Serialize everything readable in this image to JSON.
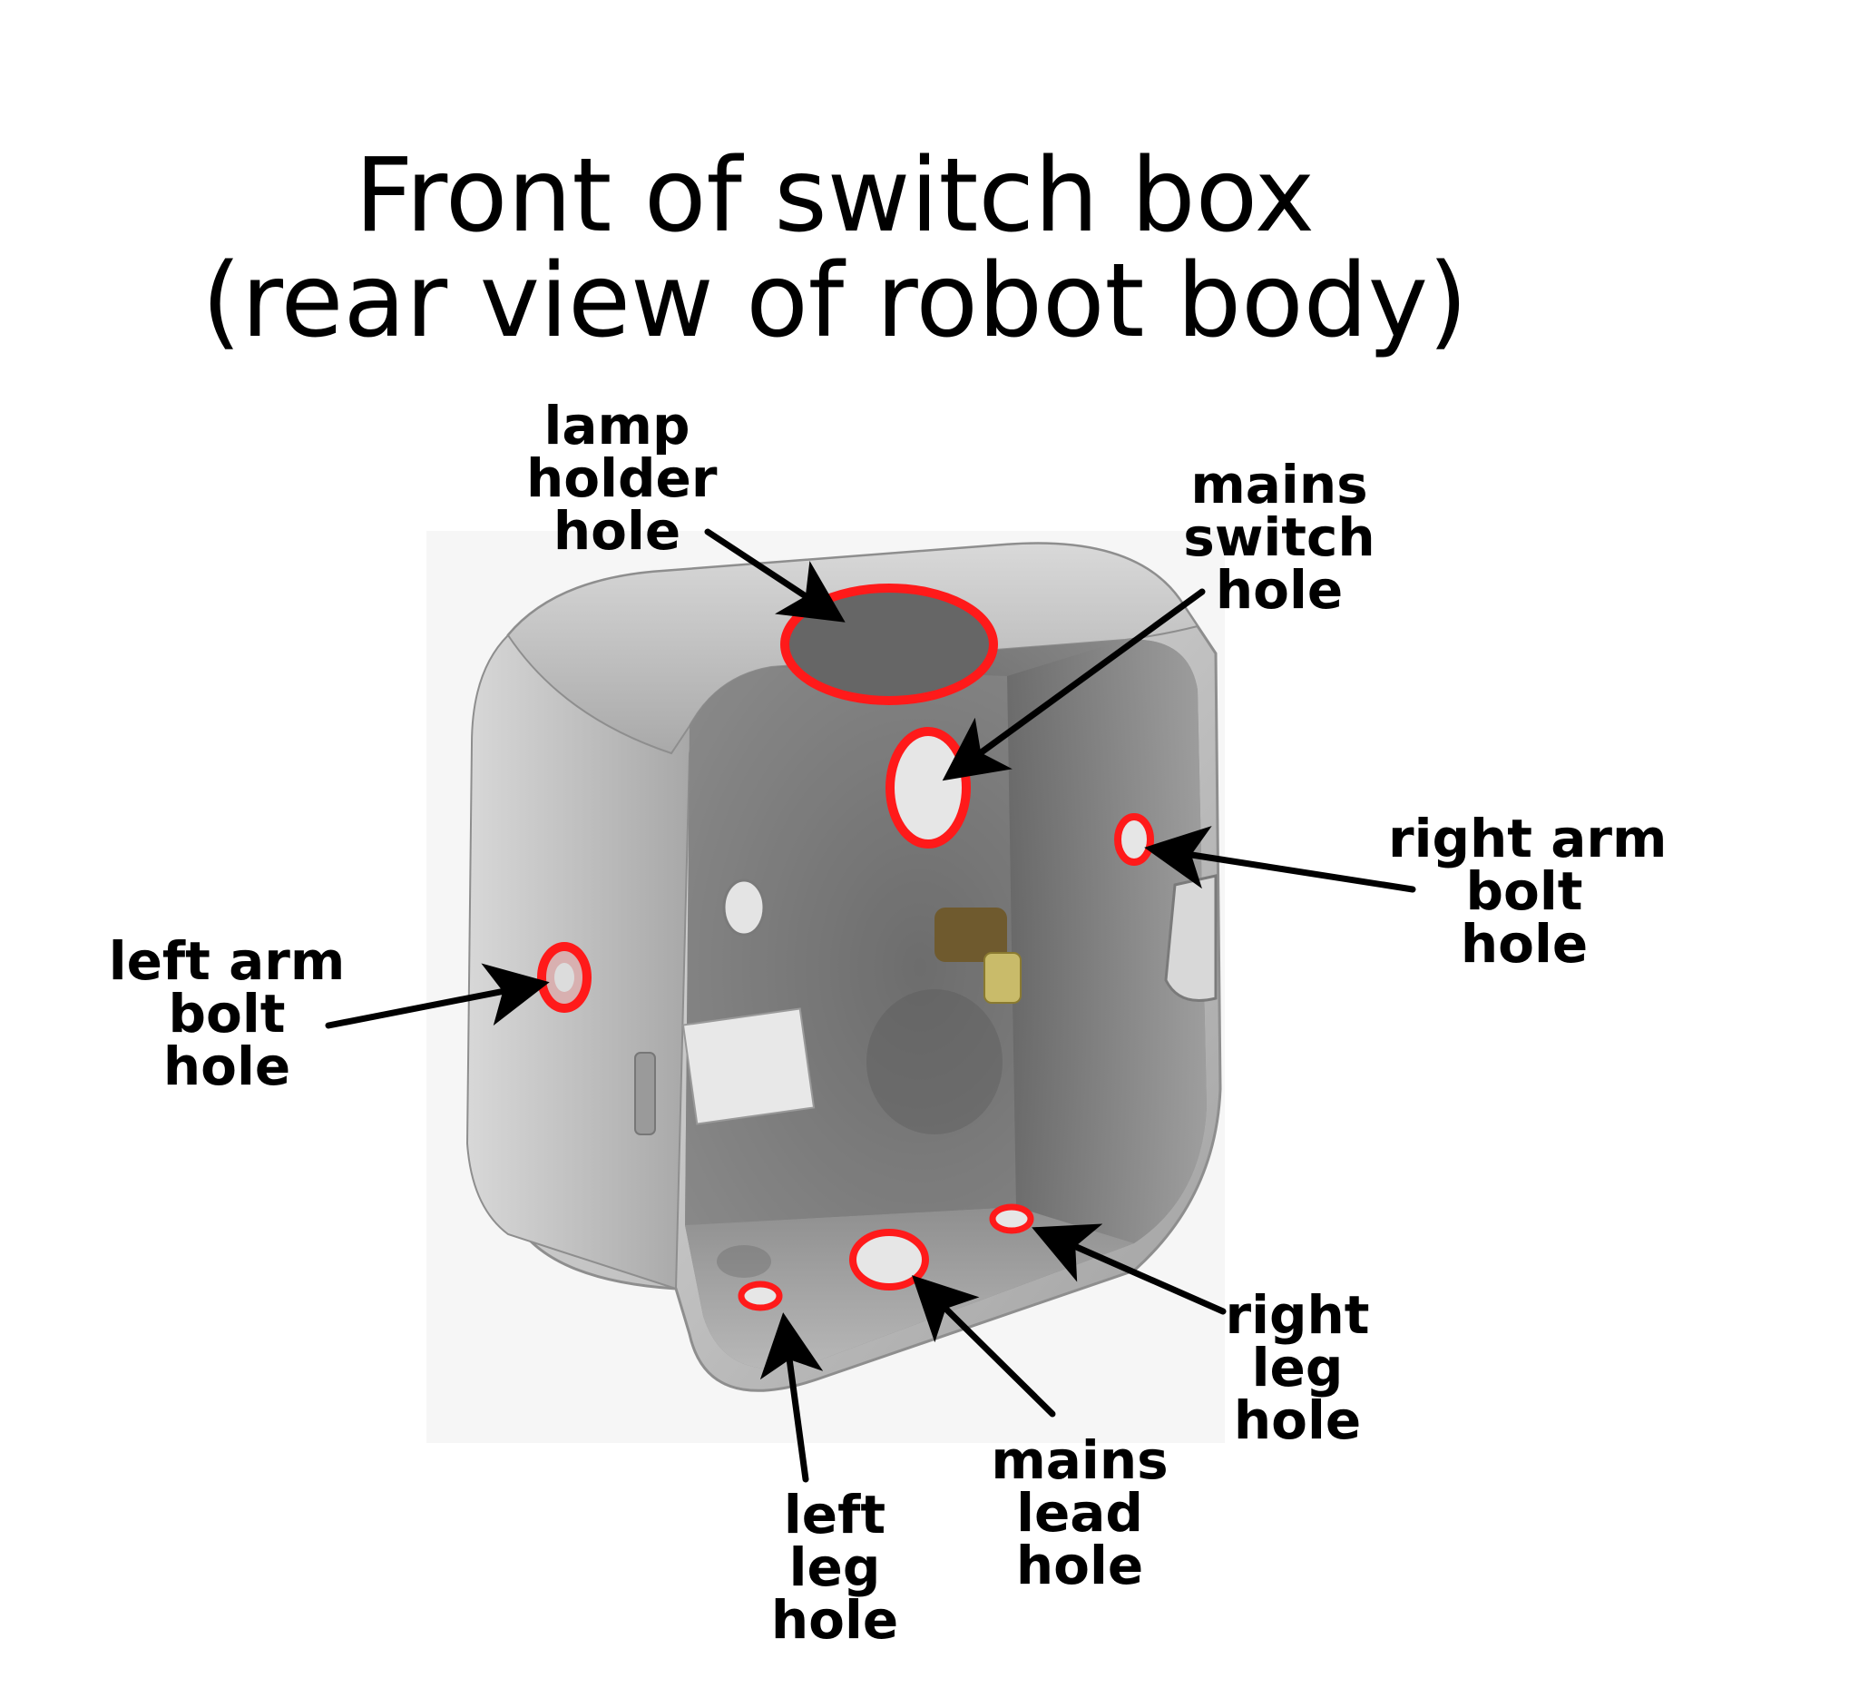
{
  "title": {
    "line1": "Front of switch box",
    "line2": "(rear view of robot body)"
  },
  "labels": {
    "lamp_holder_hole": [
      "lamp",
      "holder",
      "hole"
    ],
    "mains_switch_hole": [
      "mains",
      "switch",
      "hole"
    ],
    "right_arm_bolt_hole": [
      "right arm",
      "bolt",
      "hole"
    ],
    "left_arm_bolt_hole": [
      "left arm",
      "bolt",
      "hole"
    ],
    "right_leg_hole": [
      "right",
      "leg",
      "hole"
    ],
    "mains_lead_hole": [
      "mains",
      "lead",
      "hole"
    ],
    "left_leg_hole": [
      "left",
      "leg",
      "hole"
    ]
  },
  "colors": {
    "hole_outline": "#ff1a1a",
    "hole_fill_light": "#e6e6e6",
    "hole_fill_dark": "#666666",
    "arrow": "#000000",
    "box_metal": "#b4b4b4"
  }
}
